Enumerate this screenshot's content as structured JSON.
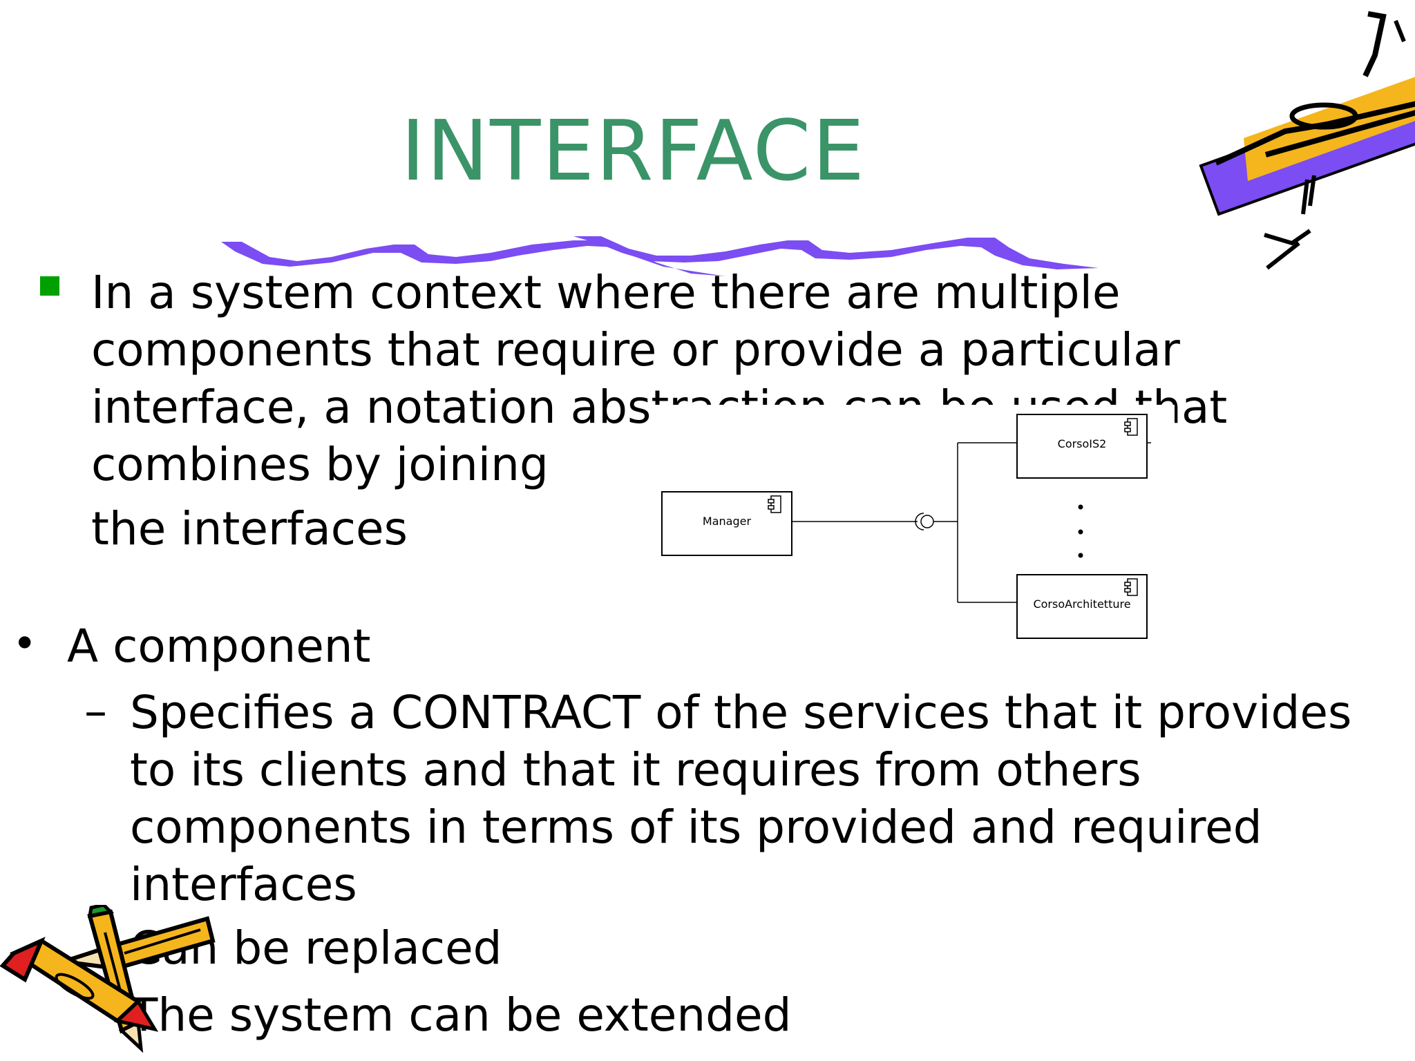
{
  "slide": {
    "title": "INTERFACE",
    "bullet1": {
      "lines": [
        "In a system context where there are multiple",
        "components that require or provide  a particular",
        "interface, a notation abstraction can be used that",
        "combines by joining"
      ],
      "tail": "the interfaces"
    },
    "bullet2": {
      "text": "A component",
      "marker": "•",
      "subitems": {
        "dash": "–",
        "first_lines": [
          "Specifies a CONTRACT of the services that it provides",
          "to its clients and that it requires from others",
          "components in terms of its provided and required",
          "interfaces"
        ],
        "second": "Can be replaced",
        "third": "The system can be extended"
      }
    }
  },
  "diagram": {
    "components": [
      "Manager",
      "CorsoIS2",
      "CorsoArchitetture"
    ],
    "ellipsis": "⋮"
  },
  "icons": {
    "bullet1_marker": "green-square-icon",
    "pencils_clipart": "crossed-pencils-icon",
    "pencil_top_clipart": "pencil-icon",
    "squiggle": "purple-squiggle-decoration"
  },
  "colors": {
    "title": "#3a9468",
    "bullet_marker": "#00a000",
    "squiggle": "#7b4df2",
    "pencil_yellow": "#f5b51c",
    "pencil_red": "#e02020",
    "pencil_green": "#1a9a2a",
    "pencil_purple": "#7b4df2"
  }
}
